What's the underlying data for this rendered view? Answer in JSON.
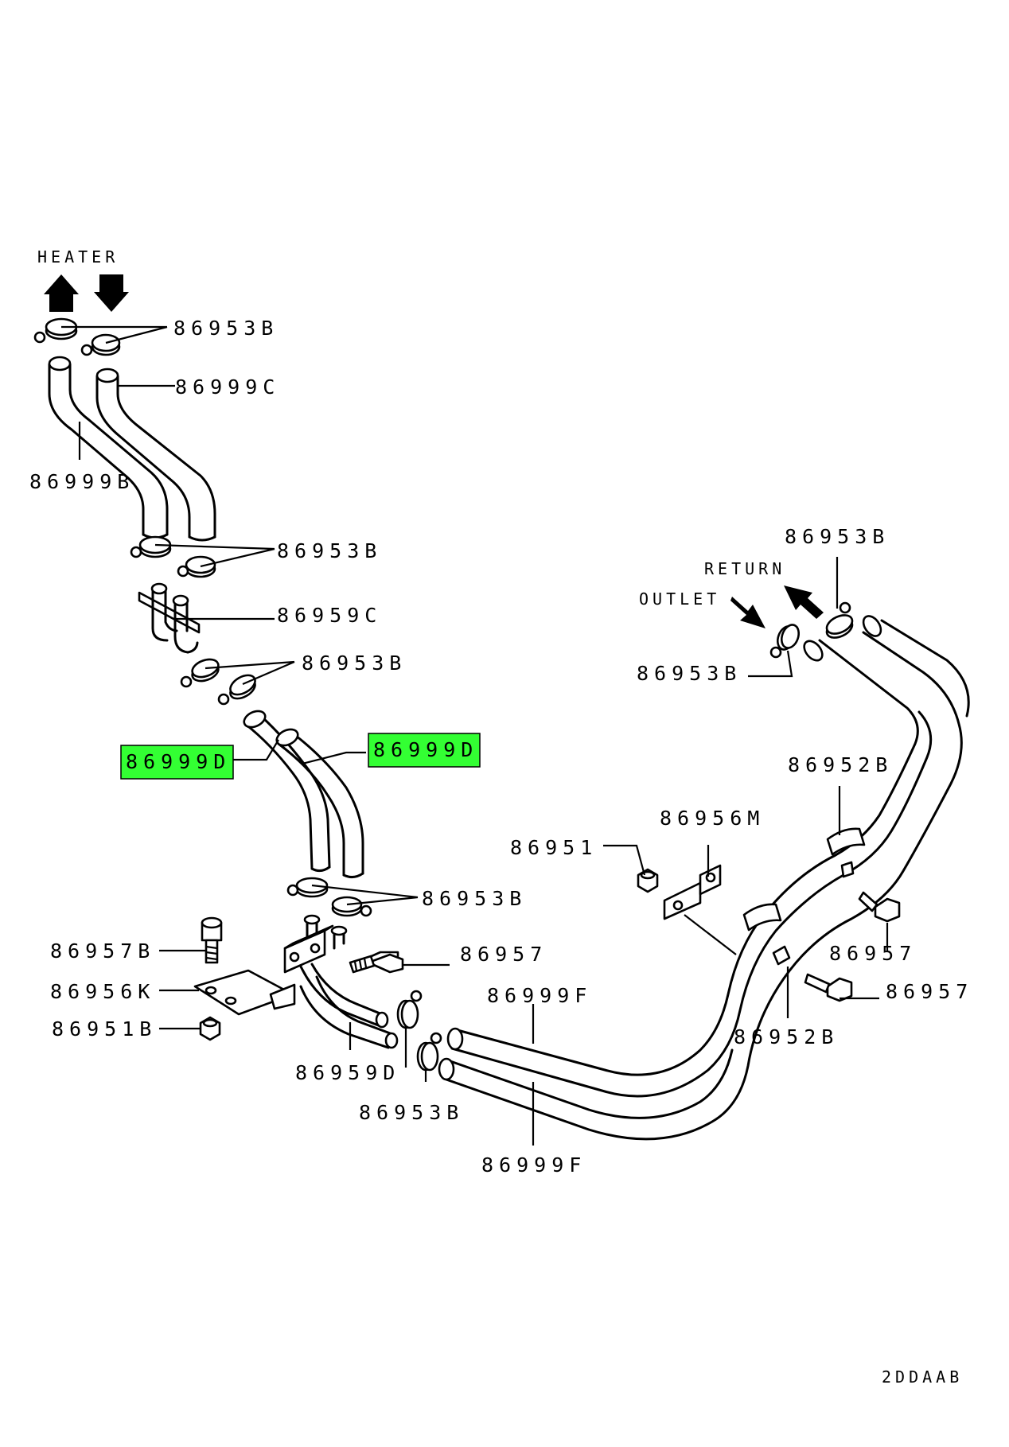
{
  "diagram_code": "2DDAAB",
  "directions": {
    "heater": "HEATER",
    "return": "RETURN",
    "outlet": "OUTLET"
  },
  "highlight_color": "#33ff33",
  "parts": {
    "clamp_heater": "86953B",
    "hose_c": "86999C",
    "hose_b": "86999B",
    "clamp_upper_joint": "86953B",
    "joint_c": "86959C",
    "clamp_lower_joint": "86953B",
    "hose_d_left": "86999D",
    "hose_d_right": "86999D",
    "clamp_mid": "86953B",
    "bolt_b": "86957B",
    "bracket_k": "86956K",
    "nut_b": "86951B",
    "bolt_left": "86957",
    "joint_d": "86959D",
    "clamp_bottom": "86953B",
    "hose_f_top": "86999F",
    "hose_f_bottom": "86999F",
    "nut": "86951",
    "bracket_m": "86956M",
    "clamp_rail_top": "86952B",
    "clamp_rail_bottom": "86952B",
    "bolt_right_top": "86957",
    "bolt_right_bottom": "86957",
    "clamp_return": "86953B",
    "clamp_outlet": "86953B"
  }
}
